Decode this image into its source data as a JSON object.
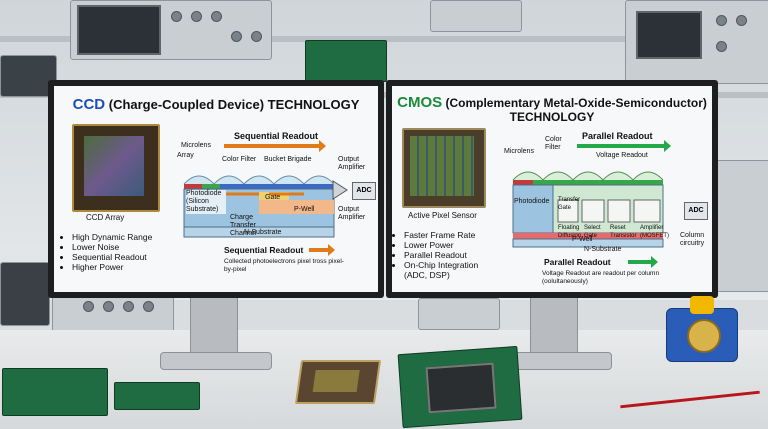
{
  "ccd": {
    "title_acronym": "CCD",
    "title_rest": "(Charge-Coupled Device) TECHNOLOGY",
    "labels": {
      "microlens": "Microlens",
      "array": "Array",
      "sequential_readout_top": "Sequential Readout",
      "color_filter": "Color Filter",
      "bucket_brigade": "Bucket Brigade",
      "output_amplifier_top": "Output Amplifier",
      "photodiode": "Photodiode (Silicon Substrate)",
      "charge_transfer": "Charge Transfer Channel",
      "gate": "Gate",
      "p_well": "P-Well",
      "n_substrate": "N-Substrate",
      "adc": "ADC",
      "output_amplifier_bottom": "Output Amplifier",
      "ccd_array": "CCD Array",
      "sequential_readout_bottom": "Sequential Readout",
      "collected_note": "Collected photoelectrons pixel tross pixel-by-pixel"
    },
    "bullets": [
      "High Dynamic Range",
      "Lower Noise",
      "Sequential Readout",
      "Higher Power"
    ]
  },
  "cmos": {
    "title_acronym": "CMOS",
    "title_rest": "(Complementary Metal-Oxide-Semiconductor)",
    "title_line2": "TECHNOLOGY",
    "labels": {
      "microlens": "Microlens",
      "color_filter": "Color Filter",
      "parallel_readout_top": "Parallel Readout",
      "voltage_readout": "Voltage Readout",
      "photodiode": "Photodiode",
      "transfer_gate": "Transfer Gate",
      "floating_diffusion": "Floating Diffusion",
      "select_gate": "Select Gate",
      "reset_transistor": "Reset Transistor",
      "amplifier": "Amplifier (MOSFET)",
      "adc": "ADC",
      "p_well": "P-Well",
      "n_substrate": "N-Substrate",
      "column_circuitry": "Column circuitry",
      "active_pixel_sensor": "Active Pixel Sensor",
      "parallel_readout_bottom": "Parallel Readout",
      "voltage_note": "Voltage Readout are readout per column (oolultaneously)"
    },
    "bullets": [
      "Faster Frame Rate",
      "Lower Power",
      "Parallel Readout",
      "On-Chip Integration (ADC, DSP)"
    ]
  },
  "colors": {
    "ccd_accent": "#1f4fb3",
    "cmos_accent": "#1d8a3a",
    "ccd_arrow": "#e07b1a",
    "cmos_arrow": "#25a84a"
  }
}
